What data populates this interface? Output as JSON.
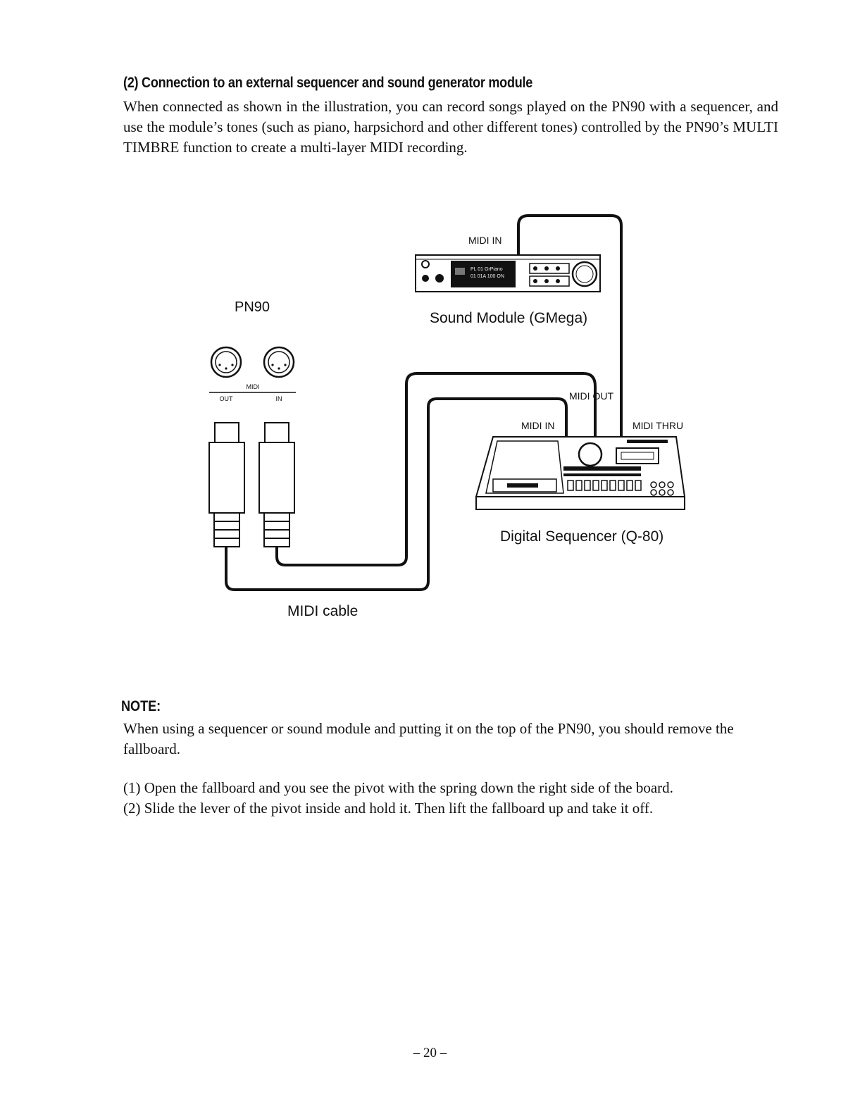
{
  "heading": "(2) Connection to an external sequencer and sound generator module",
  "intro": "When connected as shown in the illustration, you can record songs played on the PN90 with a sequencer, and use the module’s tones (such as piano, harpsichord and other different tones) controlled by the PN90’s MULTI TIMBRE function to create a multi-layer MIDI recording.",
  "diagram": {
    "pn90_label": "PN90",
    "midi_label": "MIDI",
    "out_label": "OUT",
    "in_label": "IN",
    "module_midi_in": "MIDI IN",
    "module_label": "Sound Module (GMega)",
    "seq_midi_out": "MIDI OUT",
    "seq_midi_in": "MIDI IN",
    "seq_midi_thru": "MIDI THRU",
    "sequencer_label": "Digital Sequencer (Q-80)",
    "cable_label": "MIDI cable",
    "lcd_line1": "PL 01  GrPiano",
    "lcd_line2": "01 01A 100  ON"
  },
  "note_heading": "NOTE:",
  "note_text": "When using a sequencer or sound module and putting it on the top of the PN90, you should remove the fallboard.",
  "steps": [
    "(1) Open the fallboard and you see the pivot with the spring down the right side of the board.",
    "(2) Slide the lever of the pivot inside and hold it. Then lift the fallboard up and take it off."
  ],
  "page_number": "– 20 –"
}
